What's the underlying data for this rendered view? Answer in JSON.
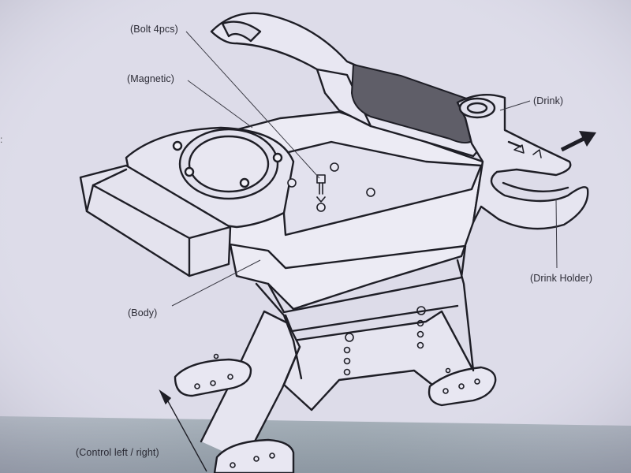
{
  "labels": {
    "bolt": "(Bolt 4pcs)",
    "magnetic": "(Magnetic)",
    "drink": "(Drink)",
    "drink_holder": "(Drink Holder)",
    "body": "(Body)",
    "control": "(Control left  /  right)"
  },
  "colors": {
    "background": "#d9d8e6",
    "line": "#1e1e26",
    "lid_window": "#5f5e68",
    "bottom_band": "#8e9aa4"
  }
}
